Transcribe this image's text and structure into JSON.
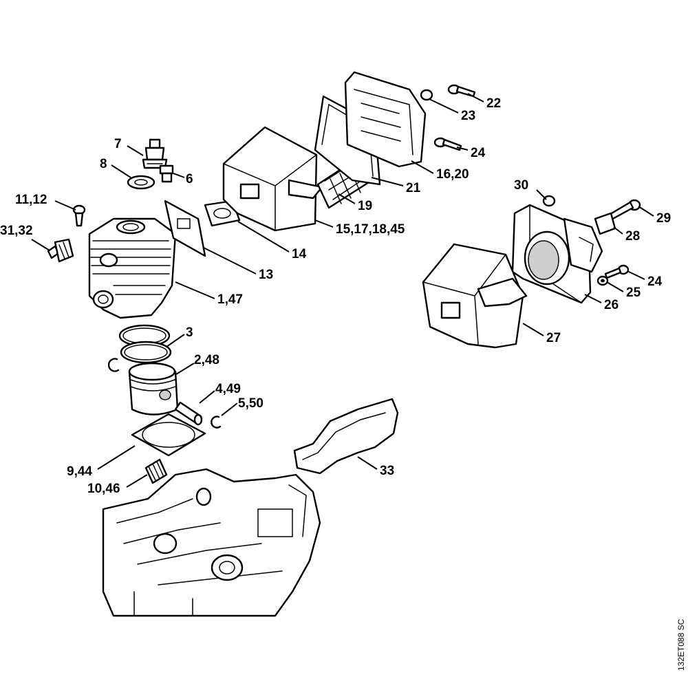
{
  "drawing_code": "132ET088 SC",
  "callouts": [
    {
      "id": "c7",
      "text": "7"
    },
    {
      "id": "c8",
      "text": "8"
    },
    {
      "id": "c6",
      "text": "6"
    },
    {
      "id": "c11_12",
      "text": "11,12"
    },
    {
      "id": "c31_32",
      "text": "31,32"
    },
    {
      "id": "c1_47",
      "text": "1,47"
    },
    {
      "id": "c3",
      "text": "3"
    },
    {
      "id": "c2_48",
      "text": "2,48"
    },
    {
      "id": "c4_49",
      "text": "4,49"
    },
    {
      "id": "c5_50",
      "text": "5,50"
    },
    {
      "id": "c9_44",
      "text": "9,44"
    },
    {
      "id": "c10_46",
      "text": "10,46"
    },
    {
      "id": "c13",
      "text": "13"
    },
    {
      "id": "c14",
      "text": "14"
    },
    {
      "id": "c15",
      "text": "15,17,18,45"
    },
    {
      "id": "c19",
      "text": "19"
    },
    {
      "id": "c21",
      "text": "21"
    },
    {
      "id": "c16_20",
      "text": "16,20"
    },
    {
      "id": "c22",
      "text": "22"
    },
    {
      "id": "c23",
      "text": "23"
    },
    {
      "id": "c24a",
      "text": "24"
    },
    {
      "id": "c30",
      "text": "30"
    },
    {
      "id": "c29",
      "text": "29"
    },
    {
      "id": "c28",
      "text": "28"
    },
    {
      "id": "c24b",
      "text": "24"
    },
    {
      "id": "c25",
      "text": "25"
    },
    {
      "id": "c26",
      "text": "26"
    },
    {
      "id": "c27",
      "text": "27"
    },
    {
      "id": "c33",
      "text": "33"
    }
  ]
}
